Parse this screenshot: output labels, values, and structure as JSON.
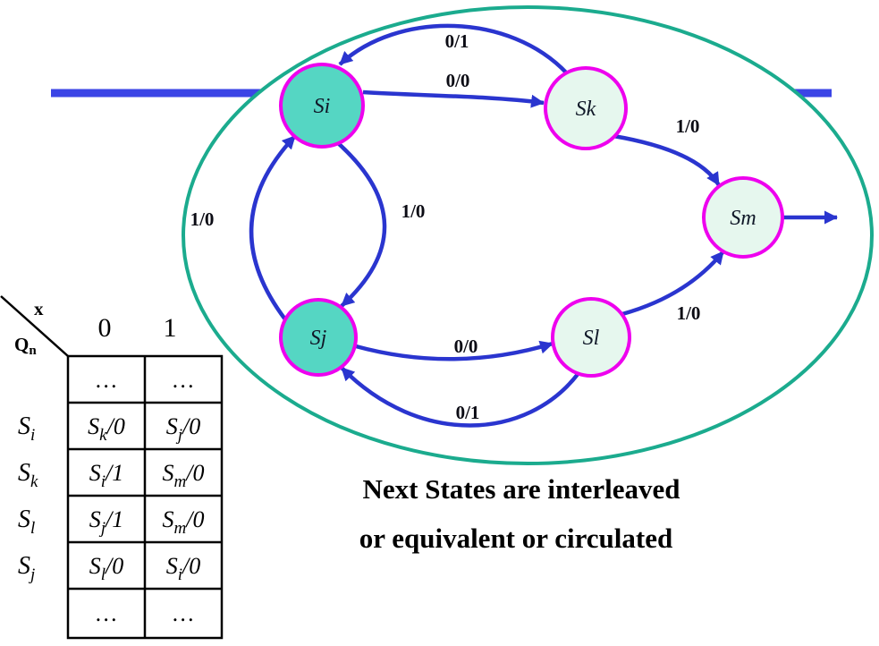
{
  "colors": {
    "ellipse_stroke": "#1bab8e",
    "state_border": "#ee00ee",
    "state_fill_highlight": "#55d6c3",
    "state_fill_plain": "#e6f7ee",
    "arrow": "#2a35cf",
    "bar": "#3b45e6",
    "text": "#000000"
  },
  "states": {
    "si": "Si",
    "sk": "Sk",
    "sm": "Sm",
    "sl": "Sl",
    "sj": "Sj"
  },
  "edges": {
    "sk_to_si": "0/1",
    "si_to_sk": "0/0",
    "sk_to_sm": "1/0",
    "si_to_sj": "1/0",
    "sj_to_si": "1/0",
    "sj_to_sl": "0/0",
    "sl_to_sm": "1/0",
    "sl_to_sj": "0/1"
  },
  "table": {
    "x_header": "x",
    "qn_base": "Q",
    "qn_sub": "n",
    "col_headers": [
      "0",
      "1"
    ],
    "dots": "…",
    "rows": [
      {
        "label_base": "S",
        "label_sub": "i",
        "c0_base": "S",
        "c0_sub": "k",
        "c0_out": "/0",
        "c1_base": "S",
        "c1_sub": "j",
        "c1_out": "/0"
      },
      {
        "label_base": "S",
        "label_sub": "k",
        "c0_base": "S",
        "c0_sub": "i",
        "c0_out": "/1",
        "c1_base": "S",
        "c1_sub": "m",
        "c1_out": "/0"
      },
      {
        "label_base": "S",
        "label_sub": "l",
        "c0_base": "S",
        "c0_sub": "j",
        "c0_out": "/1",
        "c1_base": "S",
        "c1_sub": "m",
        "c1_out": "/0"
      },
      {
        "label_base": "S",
        "label_sub": "j",
        "c0_base": "S",
        "c0_sub": "l",
        "c0_out": "/0",
        "c1_base": "S",
        "c1_sub": "i",
        "c1_out": "/0"
      }
    ]
  },
  "caption": {
    "line1": "Next States are interleaved",
    "line2": "or equivalent or circulated"
  }
}
